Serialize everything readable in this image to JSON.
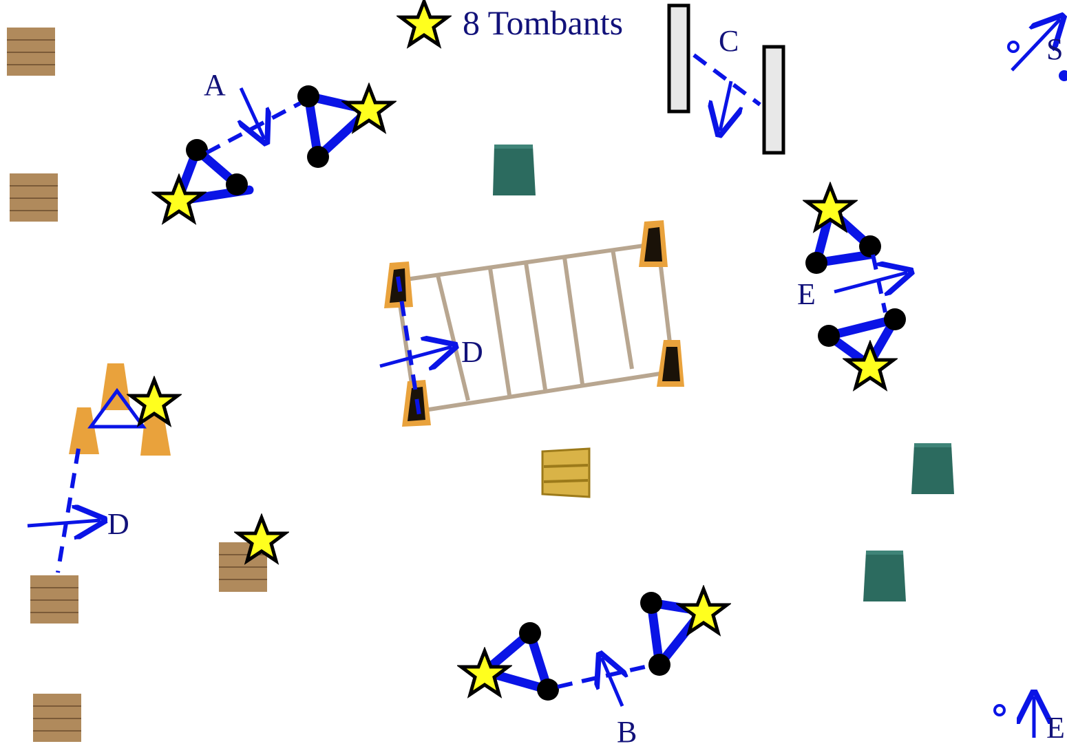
{
  "legend": {
    "count_text": "8 Tombants",
    "icon": "star-icon"
  },
  "labels": {
    "A": "A",
    "B": "B",
    "C": "C",
    "D_center": "D",
    "D_left": "D",
    "E_right": "E",
    "S": "S",
    "E_start": "E"
  },
  "colors": {
    "route": "#0a14e6",
    "label_text": "#12127a",
    "star_fill": "#ffff1e",
    "cone": "#e9a23c",
    "barrel": "#2c6b5f",
    "pallet": "#b08a5c",
    "plank": "#b8a690"
  },
  "obstacles": {
    "pallets": 5,
    "barrels": 3,
    "small_cones": 4,
    "large_cones": 3,
    "wooden_crate": 1,
    "gate_panels": 2,
    "pole_triangles": 6,
    "fallen_stars": 8
  }
}
